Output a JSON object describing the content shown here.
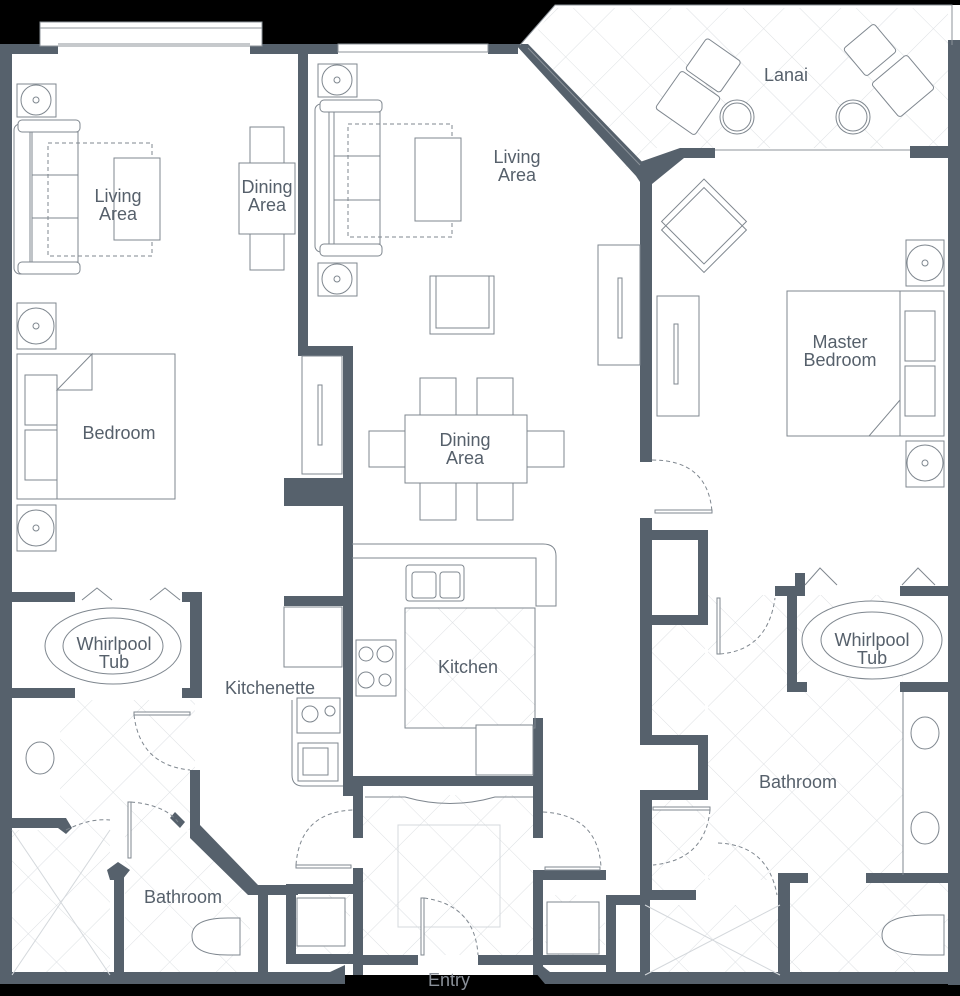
{
  "plan": {
    "wall_color": "#56616c",
    "floor_color": "#ffffff",
    "background_color": "#000000",
    "line_color": "#8c939a",
    "tile_color": "#dde0e3"
  },
  "rooms": {
    "living_left": "Living\nArea",
    "dining_left": "Dining\nArea",
    "bedroom": "Bedroom",
    "whirlpool_left": "Whirlpool\nTub",
    "kitchenette": "Kitchenette",
    "bathroom_left": "Bathroom",
    "living_center": "Living\nArea",
    "dining_center": "Dining\nArea",
    "kitchen": "Kitchen",
    "lanai": "Lanai",
    "master_bedroom": "Master\nBedroom",
    "whirlpool_right": "Whirlpool\nTub",
    "bathroom_right": "Bathroom",
    "entry": "Entry"
  }
}
